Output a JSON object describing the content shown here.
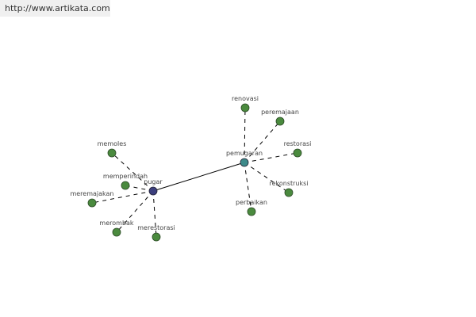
{
  "header": {
    "url": "http://www.artikata.com"
  },
  "graph": {
    "hubs": [
      {
        "id": "pugar",
        "label": "pugar",
        "color": "#3c3f7d"
      },
      {
        "id": "pemugaran",
        "label": "pemugaran",
        "color": "#3d8a8a"
      }
    ],
    "leaf_color": "#4a8a3e",
    "nodes": [
      {
        "label": "memoles",
        "hub": "pugar"
      },
      {
        "label": "memperindah",
        "hub": "pugar"
      },
      {
        "label": "meremajakan",
        "hub": "pugar"
      },
      {
        "label": "merombak",
        "hub": "pugar"
      },
      {
        "label": "merestorasi",
        "hub": "pugar"
      },
      {
        "label": "renovasi",
        "hub": "pemugaran"
      },
      {
        "label": "peremajaan",
        "hub": "pemugaran"
      },
      {
        "label": "restorasi",
        "hub": "pemugaran"
      },
      {
        "label": "rekonstruksi",
        "hub": "pemugaran"
      },
      {
        "label": "perbaikan",
        "hub": "pemugaran"
      }
    ]
  }
}
